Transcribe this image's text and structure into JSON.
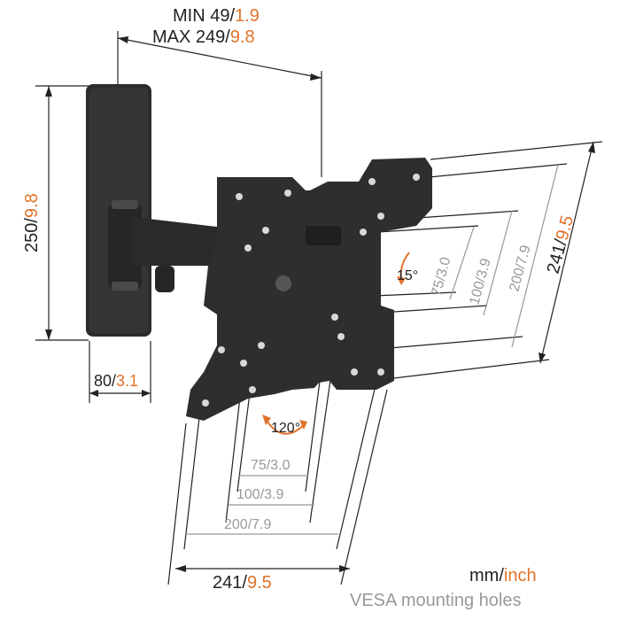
{
  "dims": {
    "arm_extension": {
      "min_mm": "MIN 49/",
      "min_inch": "1.9",
      "max_mm": "MAX 249/",
      "max_inch": "9.8"
    },
    "wall_plate_height": {
      "mm": "250/",
      "inch": "9.8"
    },
    "wall_plate_width": {
      "mm": "80/",
      "inch": "3.1"
    },
    "tilt": "15°",
    "swivel": "120°",
    "vesa_vertical": [
      {
        "mm": "75/3.0"
      },
      {
        "mm": "100/3.9"
      },
      {
        "mm": "200/7.9"
      },
      {
        "mm": "241/",
        "inch": "9.5"
      }
    ],
    "vesa_horizontal": [
      {
        "mm": "75/3.0"
      },
      {
        "mm": "100/3.9"
      },
      {
        "mm": "200/7.9"
      },
      {
        "mm": "241/",
        "inch": "9.5"
      }
    ]
  },
  "legend": {
    "unit_mm": "mm/",
    "unit_inch": "inch",
    "caption": "VESA mounting holes"
  },
  "colors": {
    "text": "#222222",
    "accent": "#e0722a",
    "secondary": "#999999",
    "mount": "#2b2b2b"
  }
}
